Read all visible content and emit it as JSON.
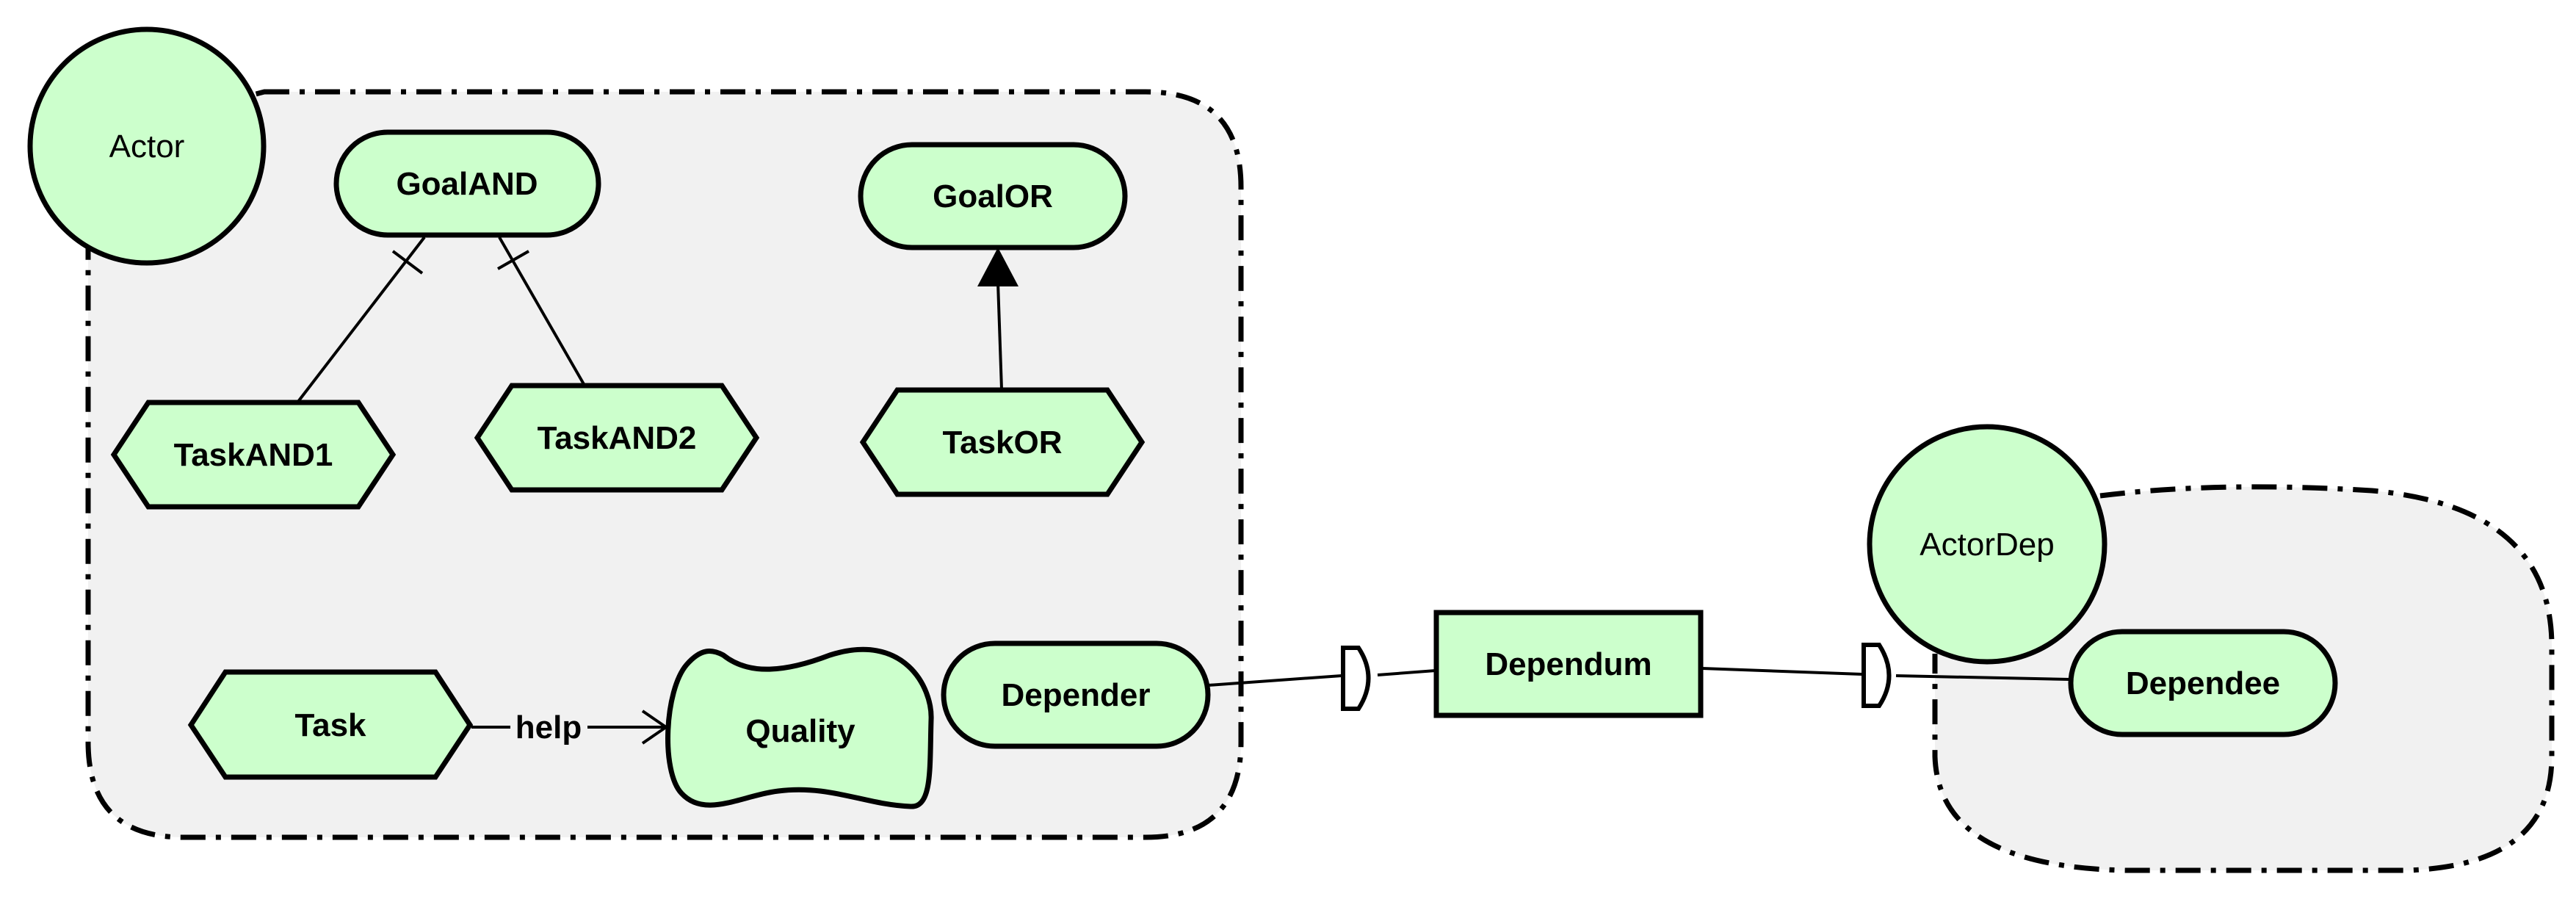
{
  "colors": {
    "node_fill": "#ccffcc",
    "boundary_fill": "#f1f1f1",
    "stroke": "#000000",
    "background": "#ffffff"
  },
  "actors": {
    "actor": {
      "label": "Actor"
    },
    "actor_dep": {
      "label": "ActorDep"
    }
  },
  "goals": {
    "goal_and": {
      "label": "GoalAND"
    },
    "goal_or": {
      "label": "GoalOR"
    }
  },
  "tasks": {
    "task_and1": {
      "label": "TaskAND1"
    },
    "task_and2": {
      "label": "TaskAND2"
    },
    "task_or": {
      "label": "TaskOR"
    },
    "task": {
      "label": "Task"
    }
  },
  "quality": {
    "label": "Quality"
  },
  "dependency": {
    "depender": {
      "label": "Depender"
    },
    "dependum": {
      "label": "Dependum"
    },
    "dependee": {
      "label": "Dependee"
    }
  },
  "links": {
    "contribution_label": "help"
  }
}
